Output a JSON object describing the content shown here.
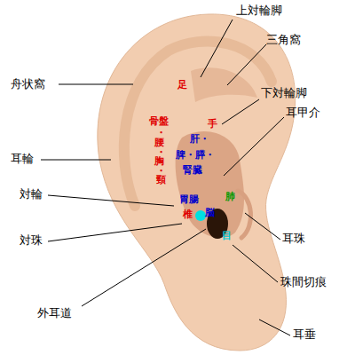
{
  "diagram": {
    "labels": [
      "上対輪脚",
      "三角窩",
      "舟状窩",
      "下対輪脚",
      "耳甲介",
      "耳輪",
      "対輪",
      "耳珠",
      "対珠",
      "珠間切痕",
      "外耳道",
      "耳垂",
      "足",
      "手",
      "骨盤",
      "・",
      "腰",
      "・",
      "胸",
      "・",
      "頸",
      "椎",
      "脳",
      "肝・",
      "脾・膵・",
      "腎臓",
      "胃腸",
      "肺",
      "目"
    ]
  }
}
